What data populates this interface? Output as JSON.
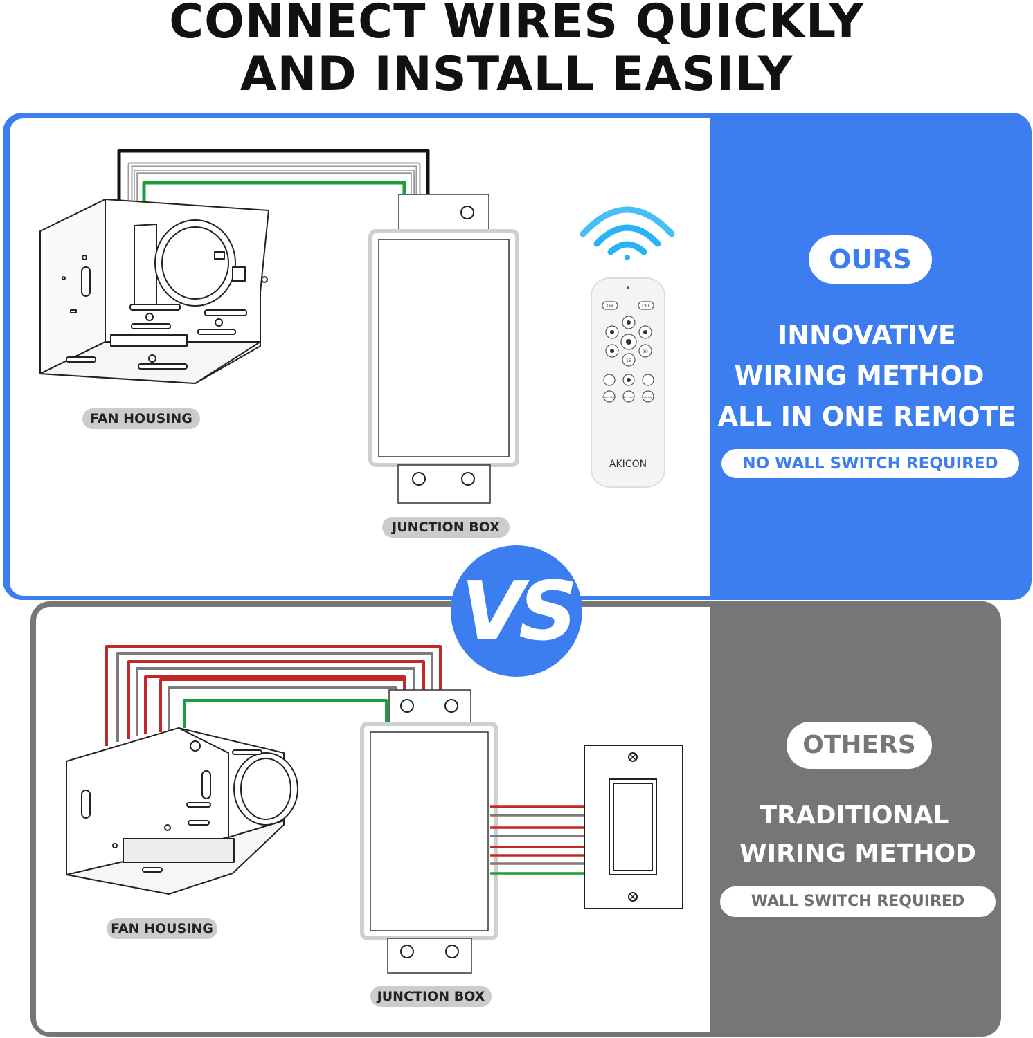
{
  "headline": {
    "line1": "CONNECT WIRES QUICKLY",
    "line2": "AND INSTALL EASILY"
  },
  "ours": {
    "pill": "OURS",
    "lines": [
      "INNOVATIVE",
      "WIRING METHOD",
      "ALL IN ONE REMOTE"
    ],
    "note": "NO WALL SWITCH REQUIRED",
    "labels": {
      "fan_housing": "FAN HOUSING",
      "junction_box": "JUNCTION BOX"
    },
    "remote": {
      "brand": "AKICON",
      "on": "ON",
      "off": "OFF",
      "timer_15": "15",
      "timer_30": "30",
      "warm_light": "Warm Light",
      "day_light": "Day Light",
      "cold_light": "Cold Light"
    }
  },
  "others": {
    "pill": "OTHERS",
    "lines": [
      "TRADITIONAL",
      "WIRING METHOD"
    ],
    "note": "WALL SWITCH REQUIRED",
    "labels": {
      "fan_housing": "FAN HOUSING",
      "junction_box": "JUNCTION BOX"
    }
  },
  "vs": "VS",
  "colors": {
    "accent_blue": "#3c7eef",
    "panel_gray": "#767676",
    "wire_black": "#111111",
    "wire_green": "#1a9e3e",
    "wire_gray": "#7a7a7a",
    "wire_red": "#c0282a",
    "wifi_blue": "#27b3f5"
  }
}
